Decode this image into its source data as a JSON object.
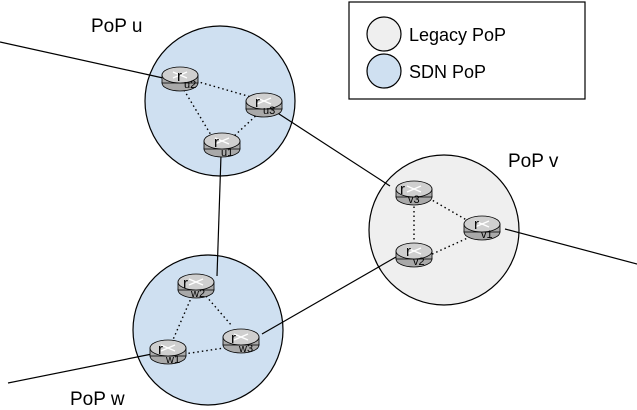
{
  "colors": {
    "legacy_fill": "#efefef",
    "sdn_fill": "#cfe0f1",
    "router_top": "#cfcfcf",
    "router_side": "#a9a9a9",
    "stroke": "#000000"
  },
  "legend": {
    "legacy_label": "Legacy PoP",
    "sdn_label": "SDN PoP"
  },
  "pops": {
    "u": {
      "label": "PoP u",
      "type": "SDN"
    },
    "v": {
      "label": "PoP v",
      "type": "Legacy"
    },
    "w": {
      "label": "PoP w",
      "type": "SDN"
    }
  },
  "routers": {
    "u1": {
      "main": "r",
      "sub": "u1"
    },
    "u2": {
      "main": "r",
      "sub": "u2"
    },
    "u3": {
      "main": "r",
      "sub": "u3"
    },
    "v1": {
      "main": "r",
      "sub": "v1"
    },
    "v2": {
      "main": "r",
      "sub": "v2"
    },
    "v3": {
      "main": "r",
      "sub": "v3"
    },
    "w1": {
      "main": "r",
      "sub": "w1"
    },
    "w2": {
      "main": "r",
      "sub": "w2"
    },
    "w3": {
      "main": "r",
      "sub": "w3"
    }
  },
  "links": {
    "inter_pop": [
      [
        "u1",
        "w2"
      ],
      [
        "u3",
        "v3"
      ],
      [
        "w3",
        "v2"
      ]
    ],
    "intra_pop": [
      [
        "u2",
        "u3"
      ],
      [
        "u2",
        "u1"
      ],
      [
        "u3",
        "u1"
      ],
      [
        "v3",
        "v1"
      ],
      [
        "v3",
        "v2"
      ],
      [
        "v2",
        "v1"
      ],
      [
        "w2",
        "w1"
      ],
      [
        "w2",
        "w3"
      ],
      [
        "w1",
        "w3"
      ]
    ],
    "external": [
      "u2",
      "v1",
      "w1"
    ]
  }
}
